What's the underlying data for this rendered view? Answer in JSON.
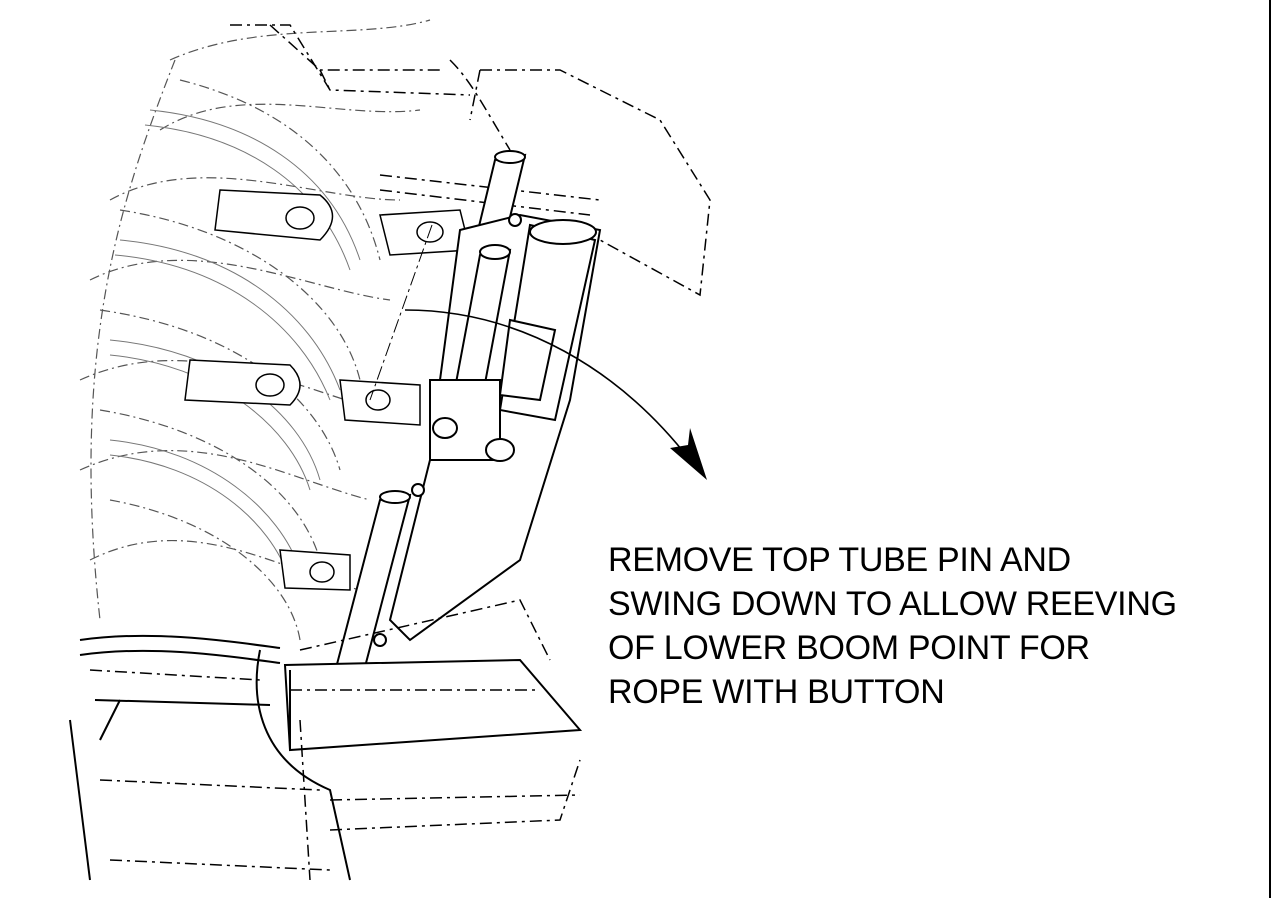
{
  "instruction": {
    "lines": [
      "REMOVE TOP TUBE PIN AND",
      "SWING DOWN TO ALLOW REEVING",
      "OF LOWER BOOM POINT FOR",
      "ROPE WITH BUTTON"
    ]
  },
  "colors": {
    "ink": "#000000",
    "paper": "#ffffff",
    "ghost_lines": "#555555"
  }
}
